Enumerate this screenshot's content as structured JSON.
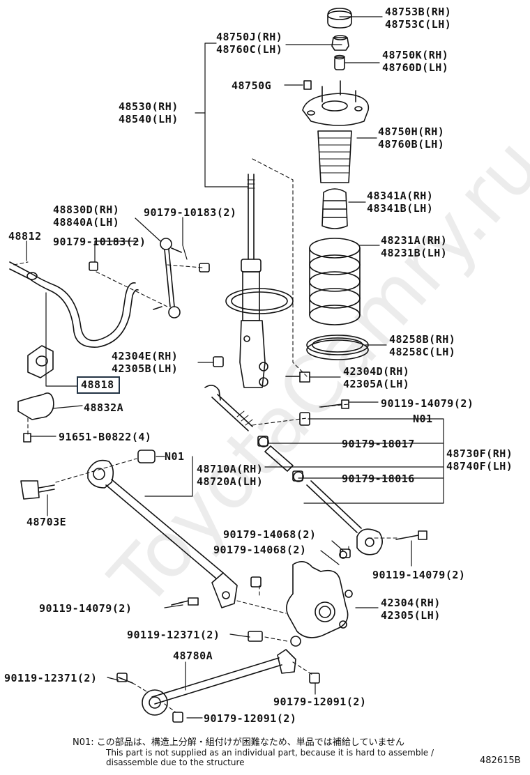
{
  "labels": {
    "l_48753": [
      "48753B(RH)",
      "48753C(LH)"
    ],
    "l_48750J": [
      "48750J(RH)",
      "48760C(LH)"
    ],
    "l_48750K": [
      "48750K(RH)",
      "48760D(LH)"
    ],
    "l_48750G": "48750G",
    "l_48530": [
      "48530(RH)",
      "48540(LH)"
    ],
    "l_48750H": [
      "48750H(RH)",
      "48760B(LH)"
    ],
    "l_48341": [
      "48341A(RH)",
      "48341B(LH)"
    ],
    "l_48830D": [
      "48830D(RH)",
      "48840A(LH)"
    ],
    "l_90179_10183_a": "90179-10183(2)",
    "l_48812": "48812",
    "l_90179_10183_b": "90179-10183(2)",
    "l_48231": [
      "48231A(RH)",
      "48231B(LH)"
    ],
    "l_48258": [
      "48258B(RH)",
      "48258C(LH)"
    ],
    "l_42304E": [
      "42304E(RH)",
      "42305B(LH)"
    ],
    "l_42304D": [
      "42304D(RH)",
      "42305A(LH)"
    ],
    "l_48818": "48818",
    "l_48832A": "48832A",
    "l_90119_14079_a": "90119-14079(2)",
    "l_N01_a": "N01",
    "l_91651": "91651-B0822(4)",
    "l_90179_18017": "90179-18017",
    "l_48730F": [
      "48730F(RH)",
      "48740F(LH)"
    ],
    "l_N01_b": "N01",
    "l_48710A": [
      "48710A(RH)",
      "48720A(LH)"
    ],
    "l_90179_18016": "90179-18016",
    "l_48703E": "48703E",
    "l_90179_14068_a": "90179-14068(2)",
    "l_90179_14068_b": "90179-14068(2)",
    "l_90119_14079_b": "90119-14079(2)",
    "l_90119_14079_c": "90119-14079(2)",
    "l_42304": [
      "42304(RH)",
      "42305(LH)"
    ],
    "l_90119_12371_a": "90119-12371(2)",
    "l_48780A": "48780A",
    "l_90119_12371_b": "90119-12371(2)",
    "l_90179_12091_a": "90179-12091(2)",
    "l_90179_12091_b": "90179-12091(2)"
  },
  "note": {
    "jp": "N01: この部品は、構造上分解・組付けが困難なため、単品では補給していません",
    "en1": "This part is not supplied as an individual part, because it is hard to assemble /",
    "en2": "disassemble due to the structure"
  },
  "figure_id": "482615B",
  "watermark": "ToyotaCamry.ru",
  "highlight_color": "#223344"
}
